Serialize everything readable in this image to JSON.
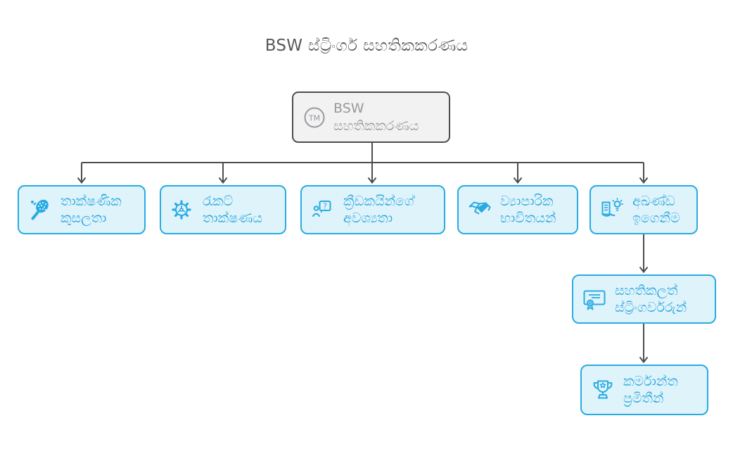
{
  "title": "BSW ස්ට්‍රිංගර් සහතිකකරණය",
  "colors": {
    "accent_blue_border": "#29abe2",
    "accent_blue_fill": "#dff3fb",
    "accent_blue_text": "#2aa7de",
    "gray_border": "#4d4d4d",
    "gray_fill": "#f2f2f3",
    "gray_text": "#97999c",
    "connector": "#4d4d4d",
    "title_text": "#58595b"
  },
  "icons": {
    "root": "tm-icon",
    "technical_skills": "racket-icon",
    "racquet_technology": "gear-icon",
    "players_needs": "person-question-icon",
    "business_practices": "handshake-icon",
    "continuous_learning": "book-lightbulb-icon",
    "certified_stringers": "certificate-icon",
    "industry_standards": "trophy-icon"
  },
  "nodes": {
    "root": {
      "tm_text": "TM",
      "line1": "BSW",
      "line2": "සහතිකකරණය"
    },
    "technical_skills": {
      "line1": "තාක්ෂණික",
      "line2": "කුසලතා"
    },
    "racquet_technology": {
      "line1": "රැකට්",
      "line2": "තාක්ෂණය"
    },
    "players_needs": {
      "line1": "ක්‍රීඩකයින්ගේ",
      "line2": "අවශ්‍යතා",
      "icon_glyph": "?"
    },
    "business_practices": {
      "line1": "ව්‍යාපාරික",
      "line2": "භාවිතයන්"
    },
    "continuous_learning": {
      "line1": "අඛණ්ඩ",
      "line2": "ඉගෙනීම"
    },
    "certified_stringers": {
      "line1": "සහතිකලත්",
      "line2": "ස්ට්‍රිංගර්වරුන්"
    },
    "industry_standards": {
      "line1": "කර්මාන්ත",
      "line2": "ප්‍රමිතීන්"
    }
  }
}
